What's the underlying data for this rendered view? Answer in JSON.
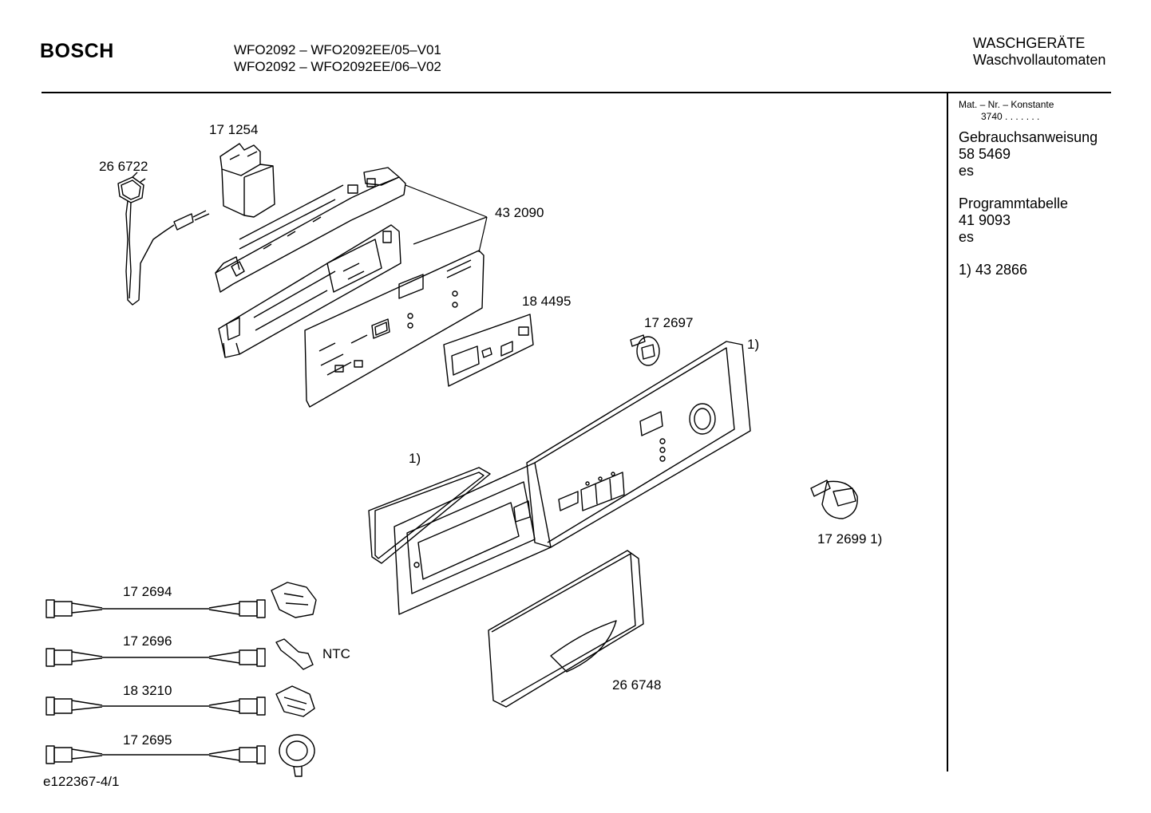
{
  "header": {
    "brand": "BOSCH",
    "models": [
      "WFO2092 – WFO2092EE/05–V01",
      "WFO2092 – WFO2092EE/06–V02"
    ],
    "category": [
      "WASCHGERÄTE",
      "Waschvollautomaten"
    ]
  },
  "sidebar": {
    "mat_label": "Mat. – Nr. – Konstante",
    "mat_value": "3740 . . . . . . .",
    "manual_title": "Gebrauchsanweisung",
    "manual_number": "58 5469",
    "manual_lang": "es",
    "table_title": "Programmtabelle",
    "table_number": "41 9093",
    "table_lang": "es",
    "footnote": "1)  43 2866"
  },
  "parts": {
    "relay": "17 1254",
    "power_cord": "26 6722",
    "module": "43 2090",
    "display_board": "18 4495",
    "selector_shaft": "17 2697",
    "panel_note": "1)",
    "gasket_note": "1)",
    "knob": "17 2699 1)",
    "cable_1": "17 2694",
    "cable_2": "17 2696",
    "ntc": "NTC",
    "cable_3": "18 3210",
    "cable_4": "17 2695",
    "drawer_handle": "26 6748"
  },
  "footer": {
    "drawing_id": "e122367-4/1"
  }
}
